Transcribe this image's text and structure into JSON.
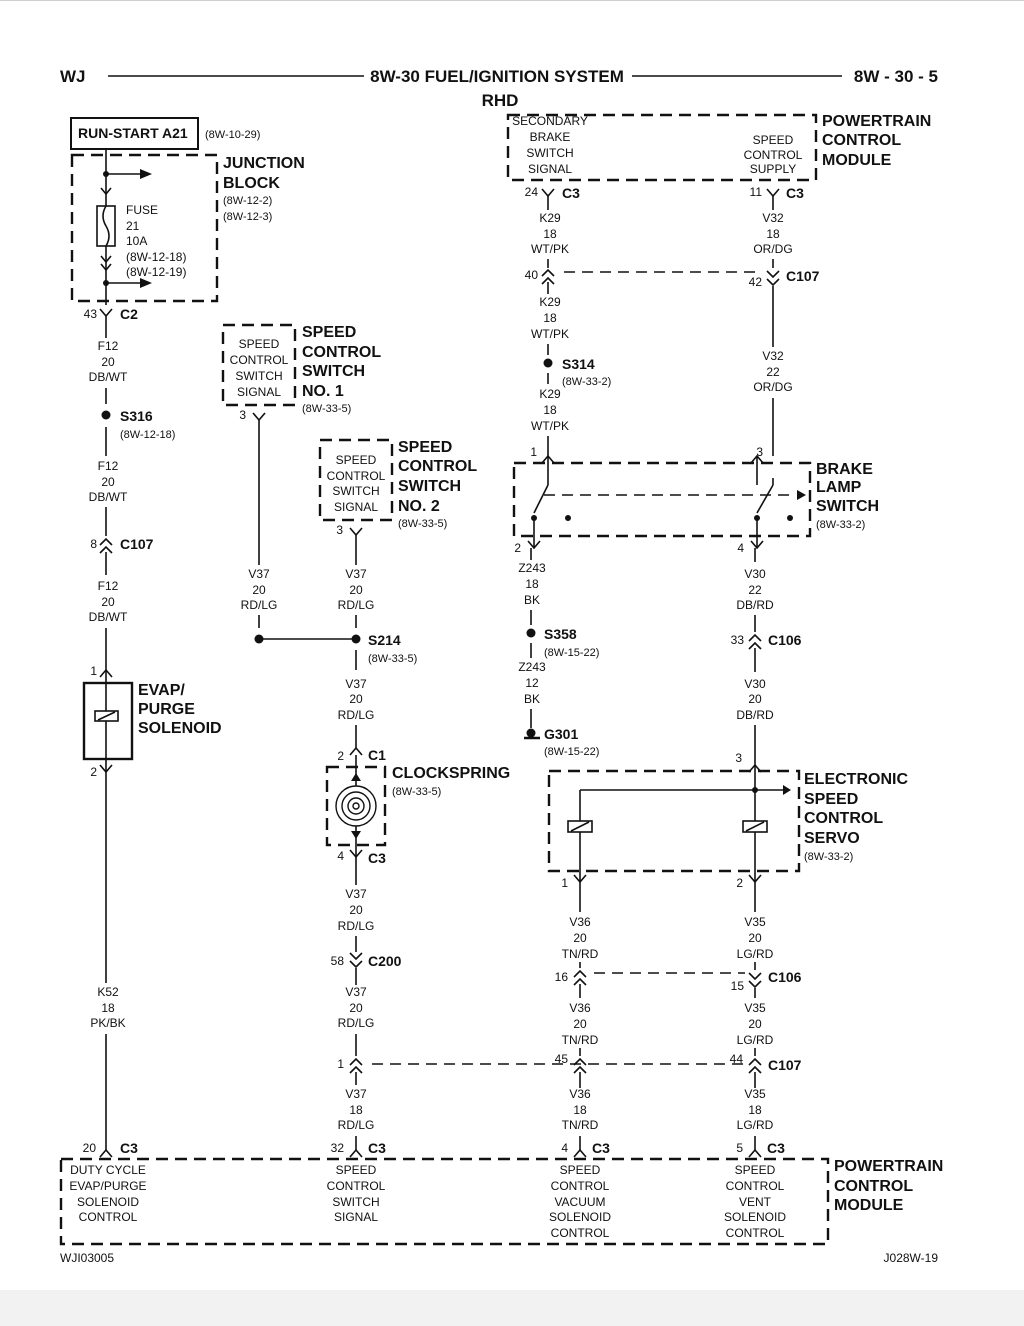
{
  "header": {
    "left": "WJ",
    "center": "8W-30 FUEL/IGNITION SYSTEM",
    "center_sub": "RHD",
    "right": "8W - 30 - 5"
  },
  "footer": {
    "left": "WJI03005",
    "right": "J028W-19"
  },
  "run_start": {
    "label": "RUN-START A21",
    "ref": "(8W-10-29)"
  },
  "junction_block": {
    "name_1": "JUNCTION",
    "name_2": "BLOCK",
    "ref_1": "(8W-12-2)",
    "ref_2": "(8W-12-3)",
    "fuse_1": "FUSE",
    "fuse_2": "21",
    "fuse_3": "10A",
    "fuse_ref_1": "(8W-12-18)",
    "fuse_ref_2": "(8W-12-19)",
    "pin": "43",
    "conn": "C2"
  },
  "left_wire": {
    "seg1": [
      "F12",
      "20",
      "DB/WT"
    ],
    "splice": "S316",
    "splice_ref": "(8W-12-18)",
    "seg2": [
      "F12",
      "20",
      "DB/WT"
    ],
    "c107_pin": "8",
    "c107": "C107",
    "seg3": [
      "F12",
      "20",
      "DB/WT"
    ]
  },
  "evap": {
    "pin_top": "1",
    "pin_bottom": "2",
    "name_1": "EVAP/",
    "name_2": "PURGE",
    "name_3": "SOLENOID",
    "wire": [
      "K52",
      "18",
      "PK/BK"
    ]
  },
  "switch1": {
    "box": [
      "SPEED",
      "CONTROL",
      "SWITCH",
      "SIGNAL"
    ],
    "name": [
      "SPEED",
      "CONTROL",
      "SWITCH",
      "NO. 1"
    ],
    "ref": "(8W-33-5)",
    "pin": "3",
    "wire": [
      "V37",
      "20",
      "RD/LG"
    ]
  },
  "switch2": {
    "box": [
      "SPEED",
      "CONTROL",
      "SWITCH",
      "SIGNAL"
    ],
    "name": [
      "SPEED",
      "CONTROL",
      "SWITCH",
      "NO. 2"
    ],
    "ref": "(8W-33-5)",
    "pin": "3",
    "wire": [
      "V37",
      "20",
      "RD/LG"
    ]
  },
  "s214": {
    "name": "S214",
    "ref": "(8W-33-5)",
    "wire": [
      "V37",
      "20",
      "RD/LG"
    ]
  },
  "clockspring": {
    "pin_top": "2",
    "conn_top": "C1",
    "name": "CLOCKSPRING",
    "ref": "(8W-33-5)",
    "pin_bottom": "4",
    "conn_bottom": "C3",
    "wire1": [
      "V37",
      "20",
      "RD/LG"
    ],
    "c200_pin": "58",
    "c200": "C200",
    "wire2": [
      "V37",
      "20",
      "RD/LG"
    ],
    "c107_pin": "1",
    "wire3": [
      "V37",
      "18",
      "RD/LG"
    ]
  },
  "pcm_top": {
    "left_box": [
      "SECONDARY",
      "BRAKE",
      "SWITCH",
      "SIGNAL"
    ],
    "right_box": [
      "SPEED",
      "CONTROL",
      "SUPPLY"
    ],
    "name": [
      "POWERTRAIN",
      "CONTROL",
      "MODULE"
    ],
    "pin_left": "24",
    "conn_left": "C3",
    "pin_right": "11",
    "conn_right": "C3"
  },
  "brake_circuit": {
    "wire1": [
      "K29",
      "18",
      "WT/PK"
    ],
    "c107_pin": "40",
    "wire2": [
      "K29",
      "18",
      "WT/PK"
    ],
    "splice": "S314",
    "splice_ref": "(8W-33-2)",
    "wire3": [
      "K29",
      "18",
      "WT/PK"
    ]
  },
  "supply_circuit": {
    "wire1": [
      "V32",
      "18",
      "OR/DG"
    ],
    "c107_pin": "42",
    "c107": "C107",
    "wire2": [
      "V32",
      "22",
      "OR/DG"
    ]
  },
  "brake_lamp": {
    "pin1": "1",
    "pin3": "3",
    "pin2": "2",
    "pin4": "4",
    "name": [
      "BRAKE",
      "LAMP",
      "SWITCH"
    ],
    "ref": "(8W-33-2)"
  },
  "ground_circuit": {
    "wire1": [
      "Z243",
      "18",
      "BK"
    ],
    "splice": "S358",
    "splice_ref": "(8W-15-22)",
    "wire2": [
      "Z243",
      "12",
      "BK"
    ],
    "ground": "G301",
    "ground_ref": "(8W-15-22)"
  },
  "servo_feed": {
    "wire1": [
      "V30",
      "22",
      "DB/RD"
    ],
    "c106_pin": "33",
    "c106": "C106",
    "wire2": [
      "V30",
      "20",
      "DB/RD"
    ],
    "pin3": "3"
  },
  "servo": {
    "name": [
      "ELECTRONIC",
      "SPEED",
      "CONTROL",
      "SERVO"
    ],
    "ref": "(8W-33-2)",
    "pin1": "1",
    "pin2": "2"
  },
  "vacuum_circuit": {
    "wire1": [
      "V36",
      "20",
      "TN/RD"
    ],
    "c106_pin": "16",
    "wire2": [
      "V36",
      "20",
      "TN/RD"
    ],
    "c107_pin": "45",
    "wire3": [
      "V36",
      "18",
      "TN/RD"
    ]
  },
  "vent_circuit": {
    "wire1": [
      "V35",
      "20",
      "LG/RD"
    ],
    "c106_pin": "15",
    "c106": "C106",
    "wire2": [
      "V35",
      "20",
      "LG/RD"
    ],
    "c107_pin": "44",
    "c107": "C107",
    "wire3": [
      "V35",
      "18",
      "LG/RD"
    ]
  },
  "pcm_bottom": {
    "pins": [
      {
        "pin": "20",
        "conn": "C3",
        "label": [
          "DUTY CYCLE",
          "EVAP/PURGE",
          "SOLENOID",
          "CONTROL"
        ]
      },
      {
        "pin": "32",
        "conn": "C3",
        "label": [
          "SPEED",
          "CONTROL",
          "SWITCH",
          "SIGNAL"
        ]
      },
      {
        "pin": "4",
        "conn": "C3",
        "label": [
          "SPEED",
          "CONTROL",
          "VACUUM",
          "SOLENOID",
          "CONTROL"
        ]
      },
      {
        "pin": "5",
        "conn": "C3",
        "label": [
          "SPEED",
          "CONTROL",
          "VENT",
          "SOLENOID",
          "CONTROL"
        ]
      }
    ],
    "name": [
      "POWERTRAIN",
      "CONTROL",
      "MODULE"
    ]
  }
}
